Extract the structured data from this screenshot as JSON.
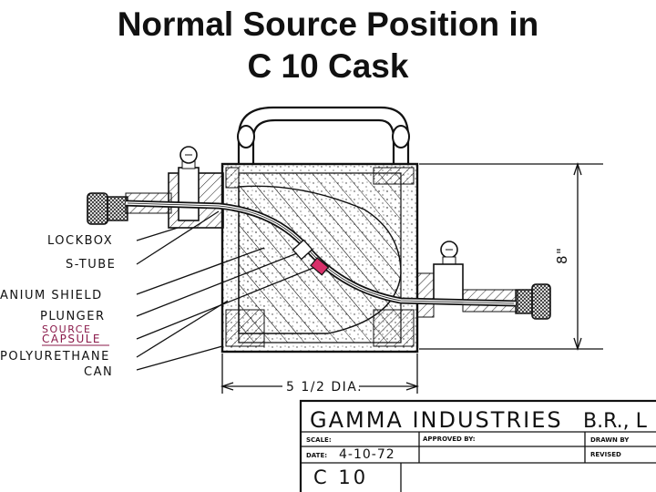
{
  "title": {
    "line1": "Normal Source Position in",
    "line2": "C 10 Cask"
  },
  "labels": {
    "lockbox": "LOCKBOX",
    "s_tube": "S-TUBE",
    "shield": "ANIUM  SHIELD",
    "plunger": "PLUNGER",
    "source": "SOURCE",
    "capsule": "CAPSULE",
    "polyurethane": "POLYURETHANE",
    "can": "CAN",
    "diameter": "5 1/2 DIA.",
    "height": "8\""
  },
  "title_block": {
    "company": "GAMMA INDUSTRIES",
    "company_right": "B.R., L",
    "scale_label": "SCALE:",
    "approved_label": "APPROVED BY:",
    "drawn_label": "DRAWN BY",
    "date_label": "DATE:",
    "date_value": "4-10-72",
    "revised_label": "REVISED",
    "drawing_number": "C 10"
  },
  "colors": {
    "capsule_highlight": "#d8306a"
  }
}
